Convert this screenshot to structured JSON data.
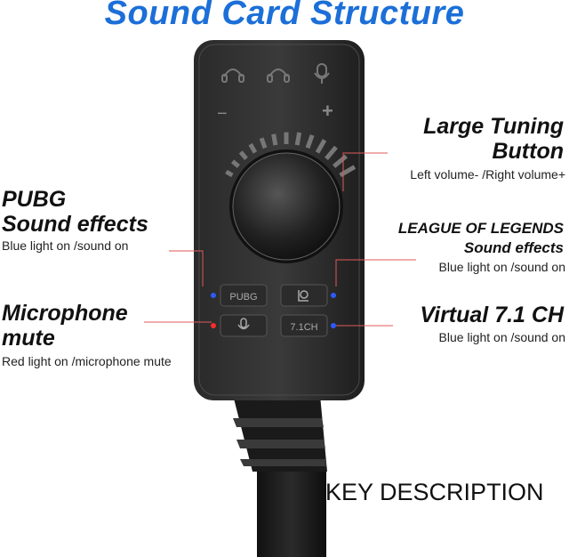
{
  "title": "Sound Card Structure",
  "labels": {
    "tuning_title_1": "Large Tuning",
    "tuning_title_2": "Button",
    "tuning_desc": "Left volume- /Right volume+",
    "pubg_title_1": "PUBG",
    "pubg_title_2": "Sound effects",
    "pubg_desc": "Blue light on /sound on",
    "lol_title_1": "LEAGUE OF LEGENDS",
    "lol_title_2": "Sound effects",
    "lol_desc": "Blue light on /sound on",
    "mic_title_1": "Microphone",
    "mic_title_2": "mute",
    "mic_desc": "Red light on /microphone mute",
    "virtual_title": "Virtual 7.1 CH",
    "virtual_desc": "Blue light on /sound on"
  },
  "buttons": {
    "pubg": "PUBG",
    "virtual": "7.1CH"
  },
  "knob": {
    "minus": "−",
    "plus": "+"
  },
  "footer": "KEY DESCRIPTION",
  "colors": {
    "title": "#1c6fd8",
    "blue_led": "#2a5bff",
    "red_led": "#ff2a2a",
    "leader_line": "#e05a5a"
  }
}
